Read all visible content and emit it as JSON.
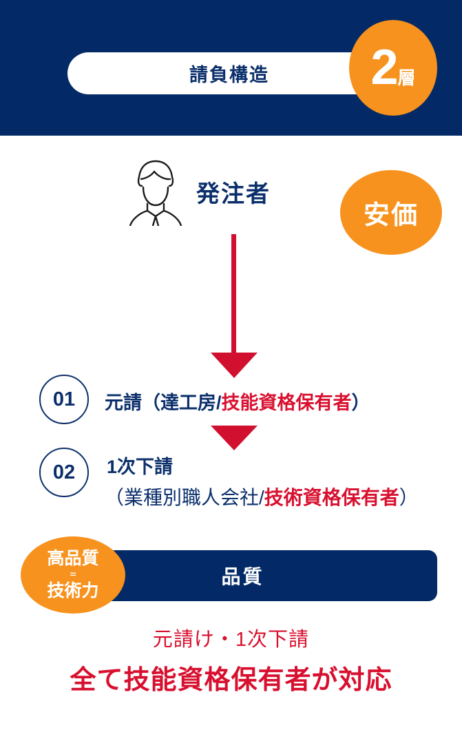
{
  "header": {
    "title": "請負構造",
    "badge_number": "2",
    "badge_unit": "層",
    "band_color": "#032a66",
    "badge_color": "#f7921e"
  },
  "client": {
    "icon": "person-in-suit-icon",
    "label": "発注者",
    "price_badge": "安価"
  },
  "steps": [
    {
      "number": "01",
      "text_navy_prefix": "元請（達工房/",
      "text_red": "技能資格保有者",
      "text_navy_suffix": "）"
    },
    {
      "number": "02",
      "line1": "1次下請",
      "line2_navy_prefix": "（業種別職人会社/",
      "line2_red": "技術資格保有者",
      "line2_navy_suffix": "）"
    }
  ],
  "quality": {
    "bar_label": "品質",
    "badge_line1": "高品質",
    "badge_equals": "=",
    "badge_line2": "技術力"
  },
  "footer": {
    "line1": "元請け・1次下請",
    "line2": "全て技能資格保有者が対応"
  },
  "colors": {
    "navy": "#032a66",
    "navy_text": "#0b2f6b",
    "orange": "#f7921e",
    "red": "#d8102f",
    "white": "#ffffff"
  }
}
